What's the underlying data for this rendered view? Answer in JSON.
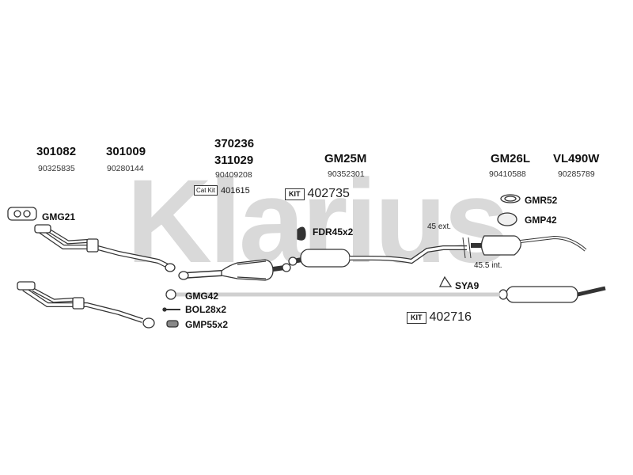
{
  "watermark": "Klarius",
  "parts": [
    {
      "id": "p1",
      "number": "301082",
      "oe": "90325835"
    },
    {
      "id": "p2",
      "number": "301009",
      "oe": "90280144"
    },
    {
      "id": "p3",
      "number": "370236",
      "number2": "311029",
      "oe": "90409208"
    },
    {
      "id": "p4",
      "number": "GM25M",
      "oe": "90352301"
    },
    {
      "id": "p5",
      "number": "GM26L",
      "oe": "90410588"
    },
    {
      "id": "p6",
      "number": "VL490W",
      "oe": "90285789"
    }
  ],
  "kits": {
    "catkit": {
      "tag": "Cat Kit",
      "number": "401615"
    },
    "kit1": {
      "tag": "KIT",
      "number": "402735"
    },
    "kit2": {
      "tag": "KIT",
      "number": "402716"
    }
  },
  "labels": {
    "gmg21": "GMG21",
    "fdr": "FDR45x2",
    "gmr52": "GMR52",
    "gmp42": "GMP42",
    "gmg42": "GMG42",
    "bol": "BOL28x2",
    "gmp55": "GMP55x2",
    "sya9": "SYA9",
    "ext45": "45 ext.",
    "int455": "45.5 int."
  }
}
